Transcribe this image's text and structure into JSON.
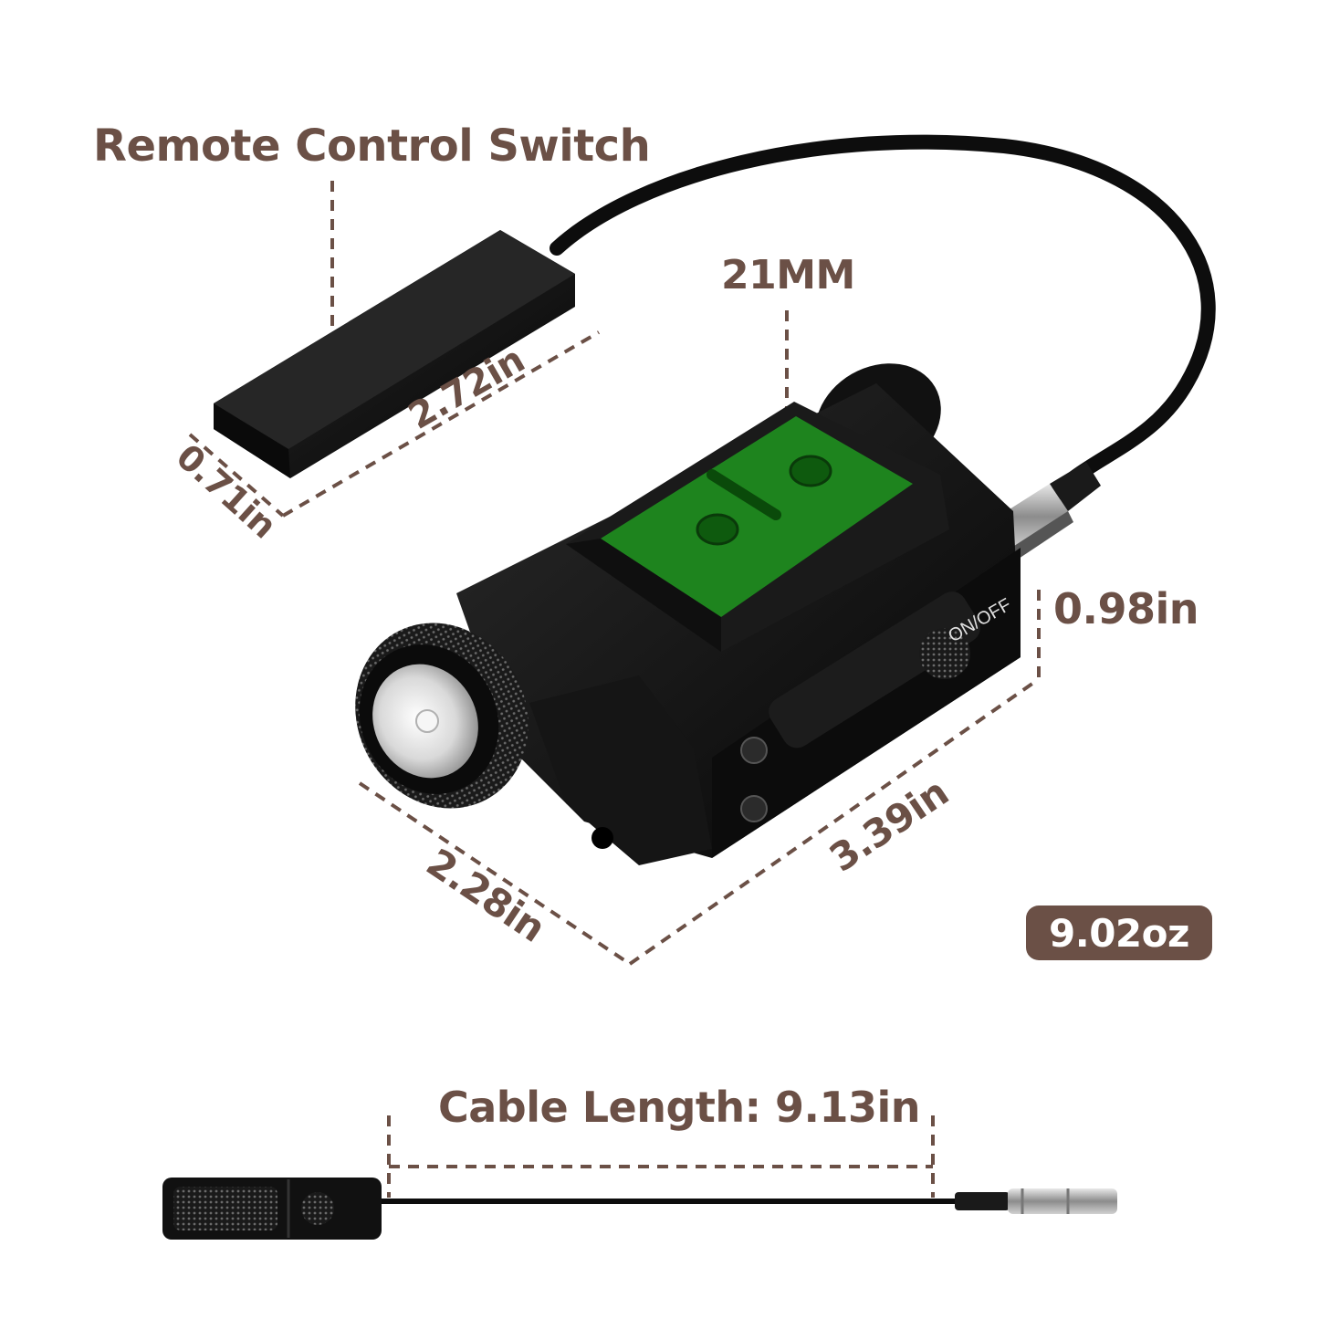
{
  "labels": {
    "remote_switch": "Remote Control Switch",
    "rail_width": "21MM",
    "pad_length": "2.72in",
    "pad_width": "0.71in",
    "height": "0.98in",
    "body_length": "3.39in",
    "body_width": "2.28in",
    "weight": "9.02oz",
    "cable_length": "Cable Length: 9.13in",
    "switch_marking": "ON/OFF"
  },
  "colors": {
    "annotation": "#6b5046",
    "product": "#121212",
    "rail_highlight": "#1f8a1f"
  }
}
